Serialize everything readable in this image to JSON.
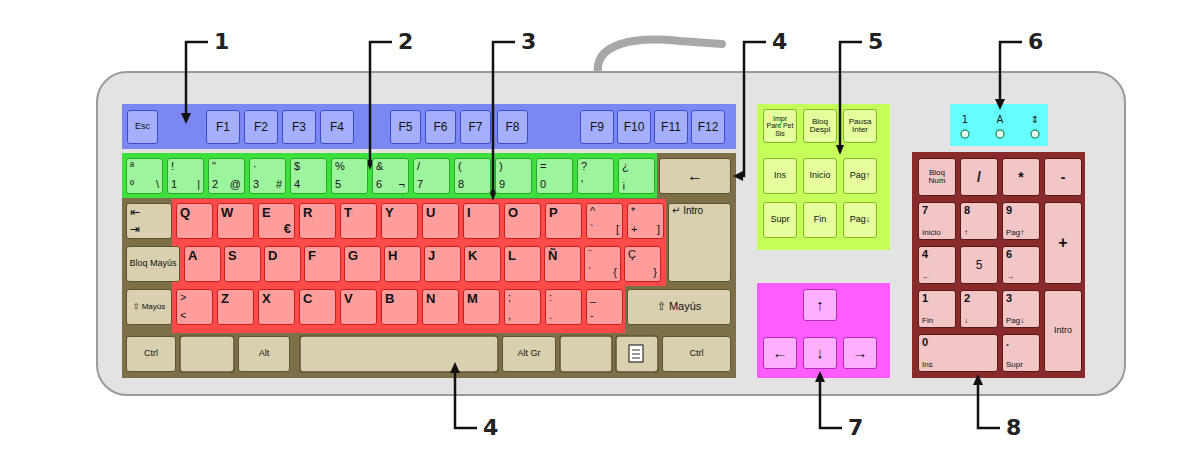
{
  "diagram": {
    "nodes": [
      {
        "text": [
          "Esc"
        ]
      },
      {
        "text": [
          "F1"
        ]
      },
      {
        "text": [
          "F2"
        ]
      },
      {
        "text": [
          "F3"
        ]
      },
      {
        "text": [
          "F4"
        ]
      },
      {
        "text": [
          "F5"
        ]
      },
      {
        "text": [
          "F6"
        ]
      },
      {
        "text": [
          "F7"
        ]
      },
      {
        "text": [
          "F8"
        ]
      },
      {
        "text": [
          "F9"
        ]
      },
      {
        "text": [
          "F10"
        ]
      },
      {
        "text": [
          "F11"
        ]
      },
      {
        "text": [
          "F12"
        ]
      },
      {
        "text": [
          "ª",
          "º",
          "\\"
        ]
      },
      {
        "text": [
          "!",
          "1",
          "|"
        ]
      },
      {
        "text": [
          "\"",
          "2",
          "@"
        ]
      },
      {
        "text": [
          "·",
          "3",
          "#"
        ]
      },
      {
        "text": [
          "$",
          "4"
        ]
      },
      {
        "text": [
          "%",
          "5"
        ]
      },
      {
        "text": [
          "&",
          "6",
          "¬"
        ]
      },
      {
        "text": [
          "/",
          "7"
        ]
      },
      {
        "text": [
          "(",
          "8"
        ]
      },
      {
        "text": [
          ")",
          "9"
        ]
      },
      {
        "text": [
          "=",
          "0"
        ]
      },
      {
        "text": [
          "?",
          "'"
        ]
      },
      {
        "text": [
          "¿",
          "¡"
        ]
      },
      {
        "text": [
          "←"
        ]
      },
      {
        "text": [
          "⇤",
          "⇥"
        ]
      },
      {
        "text": [
          "Q"
        ]
      },
      {
        "text": [
          "W"
        ]
      },
      {
        "text": [
          "E",
          "€"
        ]
      },
      {
        "text": [
          "R"
        ]
      },
      {
        "text": [
          "T"
        ]
      },
      {
        "text": [
          "Y"
        ]
      },
      {
        "text": [
          "U"
        ]
      },
      {
        "text": [
          "I"
        ]
      },
      {
        "text": [
          "O"
        ]
      },
      {
        "text": [
          "P"
        ]
      },
      {
        "text": [
          "^",
          "`",
          "["
        ]
      },
      {
        "text": [
          "*",
          "+",
          "]"
        ]
      },
      {
        "text": [
          "↵ Intro"
        ]
      },
      {
        "text": [
          "Bloq Mayús"
        ]
      },
      {
        "text": [
          "A"
        ]
      },
      {
        "text": [
          "S"
        ]
      },
      {
        "text": [
          "D"
        ]
      },
      {
        "text": [
          "F"
        ]
      },
      {
        "text": [
          "G"
        ]
      },
      {
        "text": [
          "H"
        ]
      },
      {
        "text": [
          "J"
        ]
      },
      {
        "text": [
          "K"
        ]
      },
      {
        "text": [
          "L"
        ]
      },
      {
        "text": [
          "Ñ"
        ]
      },
      {
        "text": [
          "¨",
          "´",
          "{"
        ]
      },
      {
        "text": [
          "Ç",
          "}"
        ]
      },
      {
        "text": [
          "⇧ Mayús"
        ]
      },
      {
        "text": [
          ">",
          "<"
        ]
      },
      {
        "text": [
          "Z"
        ]
      },
      {
        "text": [
          "X"
        ]
      },
      {
        "text": [
          "C"
        ]
      },
      {
        "text": [
          "V"
        ]
      },
      {
        "text": [
          "B"
        ]
      },
      {
        "text": [
          "N"
        ]
      },
      {
        "text": [
          "M"
        ]
      },
      {
        "text": [
          ";",
          ","
        ]
      },
      {
        "text": [
          ":",
          "."
        ]
      },
      {
        "text": [
          "_",
          "-"
        ]
      },
      {
        "text": [
          "⇧ Mayús"
        ]
      },
      {
        "text": [
          "Ctrl"
        ]
      },
      {
        "text": [
          "Alt"
        ]
      },
      {
        "text": [
          "Alt Gr"
        ]
      },
      {
        "text": [
          "Ctrl"
        ]
      },
      {
        "text": [
          "Impr Pant Pet Sis"
        ]
      },
      {
        "text": [
          "Bloq Despl"
        ]
      },
      {
        "text": [
          "Pausa Inter"
        ]
      },
      {
        "text": [
          "Ins"
        ]
      },
      {
        "text": [
          "Inicio"
        ]
      },
      {
        "text": [
          "Pag↑"
        ]
      },
      {
        "text": [
          "Supr"
        ]
      },
      {
        "text": [
          "Fin"
        ]
      },
      {
        "text": [
          "Pag↓"
        ]
      },
      {
        "text": [
          "↑"
        ]
      },
      {
        "text": [
          "←"
        ]
      },
      {
        "text": [
          "↓"
        ]
      },
      {
        "text": [
          "→"
        ]
      },
      {
        "text": [
          "Bloq Num"
        ]
      },
      {
        "text": [
          "/"
        ]
      },
      {
        "text": [
          "*"
        ]
      },
      {
        "text": [
          "-"
        ]
      },
      {
        "text": [
          "7",
          "Inicio"
        ]
      },
      {
        "text": [
          "8",
          "↑"
        ]
      },
      {
        "text": [
          "9",
          "Pag↑"
        ]
      },
      {
        "text": [
          "+"
        ]
      },
      {
        "text": [
          "4",
          "←"
        ]
      },
      {
        "text": [
          "5"
        ]
      },
      {
        "text": [
          "6",
          "→"
        ]
      },
      {
        "text": [
          "1",
          "Fin"
        ]
      },
      {
        "text": [
          "2",
          "↓"
        ]
      },
      {
        "text": [
          "3",
          "Pag↓"
        ]
      },
      {
        "text": [
          "Intro"
        ]
      },
      {
        "text": [
          "0",
          "Ins"
        ]
      },
      {
        "text": [
          ".",
          "Supr"
        ]
      }
    ],
    "labels": [
      "1",
      "2",
      "3",
      "4",
      "5",
      "6",
      "1",
      "A",
      "⇕",
      "4",
      "7",
      "8"
    ]
  }
}
